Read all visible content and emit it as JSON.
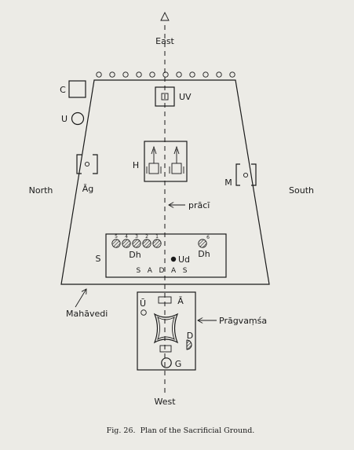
{
  "directions": {
    "east": "East",
    "west": "West",
    "north": "North",
    "south": "South"
  },
  "labels": {
    "C": "C",
    "U": "U",
    "UV": "UV",
    "H": "H",
    "Ag": "Āg",
    "M": "M",
    "praci": "prācī",
    "S": "S",
    "Dh_left": "Dh",
    "Dh_right": "Dh",
    "Ud": "Ud",
    "sadas": "S   A   D   A   S",
    "mahavedi": "Mahāvedi",
    "pragvamsa": "Prāgvaṃśa",
    "U_pr": "Ū",
    "A_pr": "Ā",
    "D_pr": "D",
    "G_pr": "G",
    "dhishnya_nums": [
      "5",
      "4",
      "3",
      "2",
      "1"
    ],
    "dhishnya_num_6": "6"
  },
  "caption": "Fig. 26.  Plan of the Sacrificial Ground."
}
